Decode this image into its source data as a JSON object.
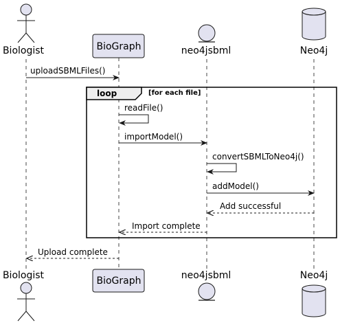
{
  "colors": {
    "participant_fill": "#e2e2f0",
    "participant_stroke": "#181818",
    "lifeline": "#181818",
    "loop_header_fill": "#eeeeee",
    "background": "#ffffff"
  },
  "participants": [
    {
      "id": "biologist",
      "name": "Biologist",
      "kind": "actor"
    },
    {
      "id": "biograph",
      "name": "BioGraph",
      "kind": "participant"
    },
    {
      "id": "neo4jsbml",
      "name": "neo4jsbml",
      "kind": "entity"
    },
    {
      "id": "neo4j",
      "name": "Neo4j",
      "kind": "database"
    }
  ],
  "loop": {
    "label": "loop",
    "condition": "[for each file]"
  },
  "messages": [
    {
      "from": "biologist",
      "to": "biograph",
      "label": "uploadSBMLFiles()",
      "style": "solid"
    },
    {
      "from": "biograph",
      "to": "biograph",
      "label": "readFile()",
      "style": "solid"
    },
    {
      "from": "biograph",
      "to": "neo4jsbml",
      "label": "importModel()",
      "style": "solid"
    },
    {
      "from": "neo4jsbml",
      "to": "neo4jsbml",
      "label": "convertSBMLToNeo4j()",
      "style": "solid"
    },
    {
      "from": "neo4jsbml",
      "to": "neo4j",
      "label": "addModel()",
      "style": "solid"
    },
    {
      "from": "neo4j",
      "to": "neo4jsbml",
      "label": "Add successful",
      "style": "dashed"
    },
    {
      "from": "neo4jsbml",
      "to": "biograph",
      "label": "Import complete",
      "style": "dashed"
    },
    {
      "from": "biograph",
      "to": "biologist",
      "label": "Upload complete",
      "style": "dashed"
    }
  ]
}
